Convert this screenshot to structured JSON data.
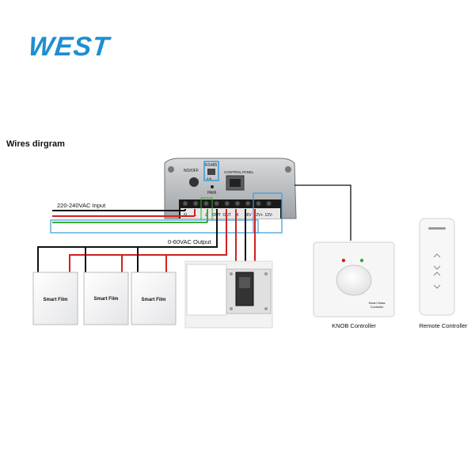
{
  "brand": {
    "logo_text": "WEST"
  },
  "diagram": {
    "title": "Wires dirgram",
    "ac_input_label": "220-240VAC Input",
    "output_label": "0-60VAC Output",
    "controller": {
      "no_off_label": "NO/OFF",
      "rs485_label": "RS485",
      "rs485_pins": "A  B",
      "pair_label": "PAIR",
      "control_panel_label": "CONTROL PANEL",
      "terminal_labels": [
        "N",
        "L",
        "⏚",
        "OUT",
        "OUT",
        "K",
        "36V",
        "12V+",
        "12V-"
      ]
    },
    "smart_films": [
      {
        "label": "Smart Film"
      },
      {
        "label": "Smart Film"
      },
      {
        "label": "Smart Film"
      }
    ],
    "knob": {
      "caption": "KNOB Controller",
      "device_text_1": "Smart Glass",
      "device_text_2": "Controller"
    },
    "remote": {
      "caption": "Remote Controller",
      "icons": [
        "chevron-up-icon",
        "chevron-down-icon",
        "chevron-up-icon",
        "chevron-down-icon"
      ]
    },
    "wire_colors": {
      "black": "#111111",
      "red": "#d22020",
      "green": "#3aaa35",
      "blue": "#3a9ad9"
    }
  }
}
